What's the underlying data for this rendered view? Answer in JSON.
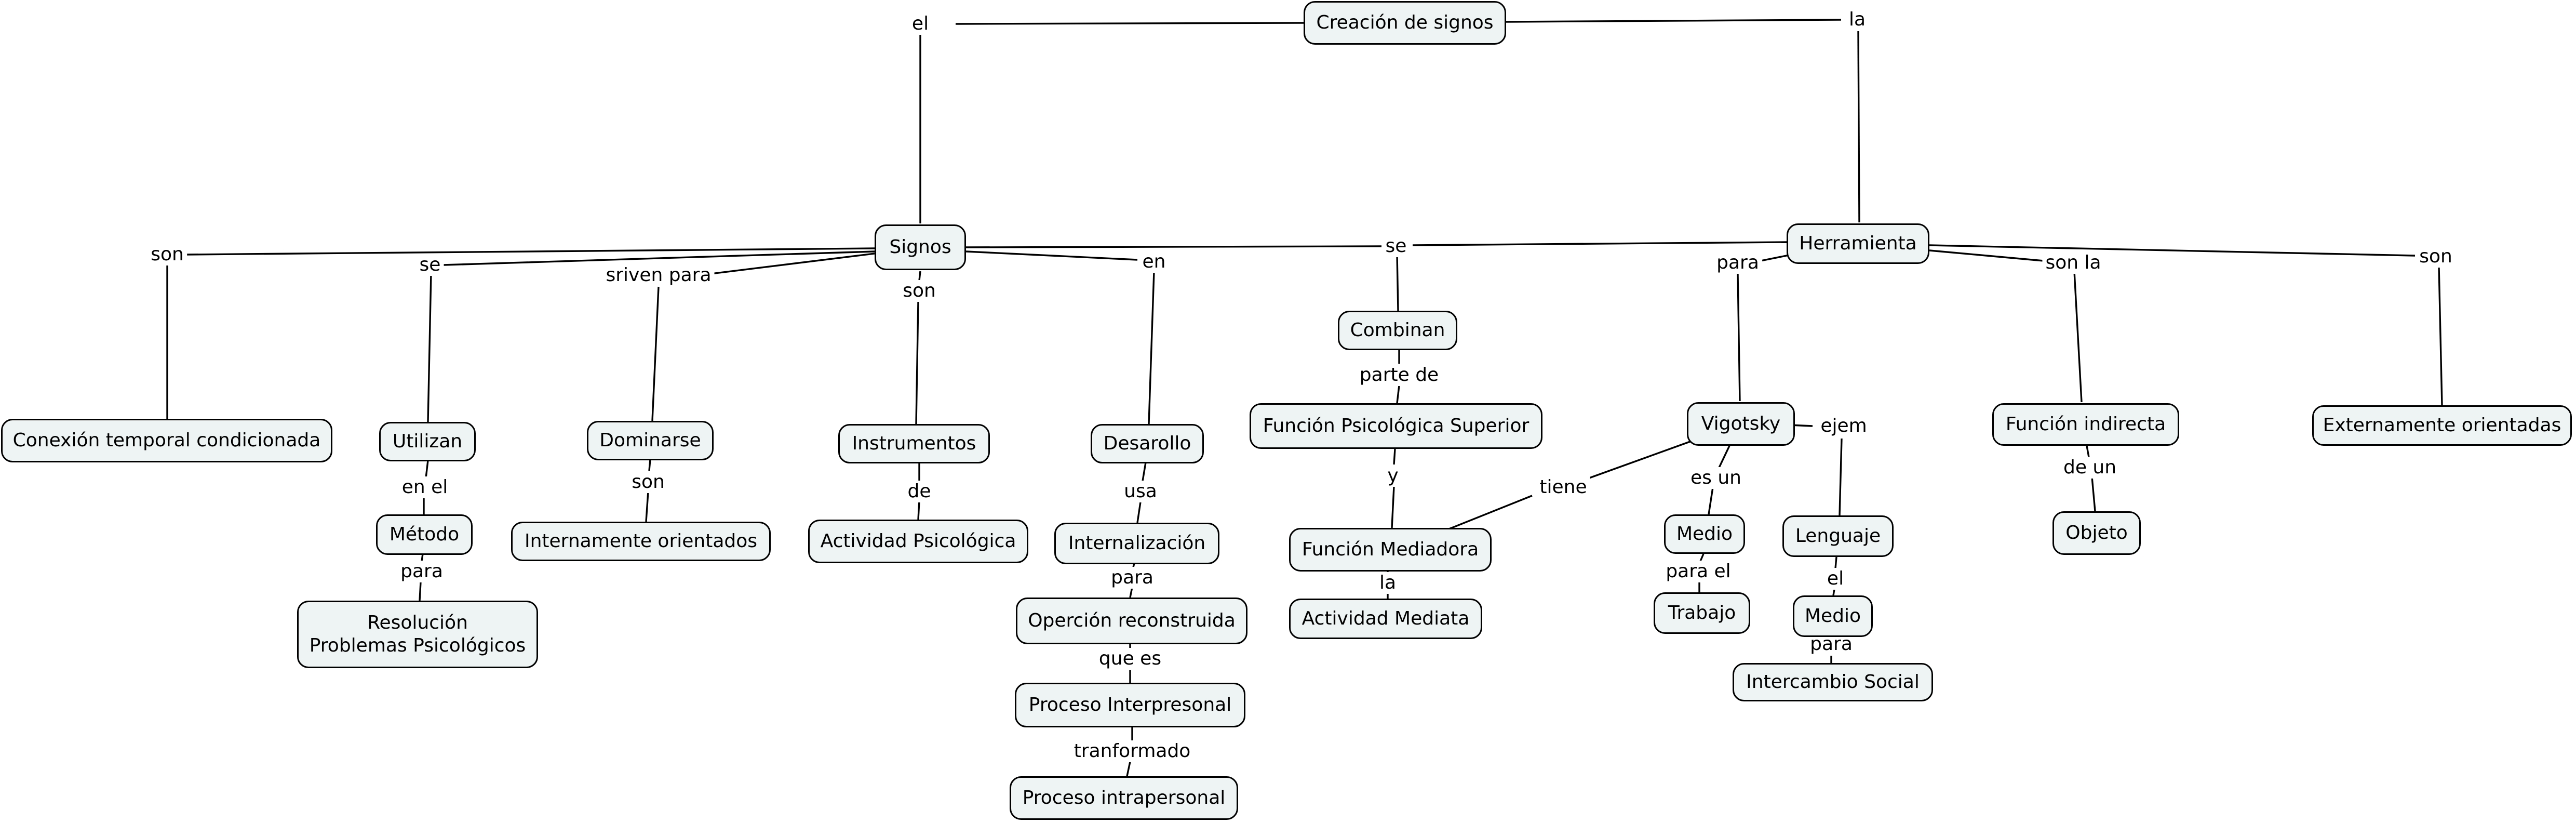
{
  "concepts": {
    "creacion": "Creación de signos",
    "signos": "Signos",
    "herramienta": "Herramienta",
    "conexion": "Conexión temporal condicionada",
    "utilizan": "Utilizan",
    "metodo": "Método",
    "resolucion": "Resolución\nProblemas Psicológicos",
    "dominarse": "Dominarse",
    "internamente": "Internamente orientados",
    "instrumentos": "Instrumentos",
    "actividad_psicologica": "Actividad Psicológica",
    "desarollo": "Desarollo",
    "internalizacion": "Internalización",
    "opercion": "Operción reconstruida",
    "interpresonal": "Proceso Interpresonal",
    "intrapersonal": "Proceso intrapersonal",
    "combinan": "Combinan",
    "funcion_superior": "Función Psicológica Superior",
    "funcion_mediadora": "Función Mediadora",
    "actividad_mediata": "Actividad Mediata",
    "vigotsky": "Vigotsky",
    "medio1": "Medio",
    "trabajo": "Trabajo",
    "lenguaje": "Lenguaje",
    "medio2": "Medio",
    "intercambio": "Intercambio Social",
    "funcion_indirecta": "Función indirecta",
    "objeto": "Objeto",
    "externamente": "Externamente orientadas"
  },
  "links": {
    "el": "el",
    "la": "la",
    "son_conexion": "son",
    "se_utilizan": "se",
    "sriven_para": "sriven para",
    "son_instrumentos": "son",
    "en_desarollo": "en",
    "se_combinan": "se",
    "para_vigotsky": "para",
    "son_la": "son la",
    "son_externamente": "son",
    "en_el": "en el",
    "para_resolucion": "para",
    "son_internamente": "son",
    "de_actividad": "de",
    "usa": "usa",
    "para_opercion": "para",
    "que_es": "que es",
    "tranformado": "tranformado",
    "parte_de": "parte de",
    "y": "y",
    "la_actividad": "la",
    "tiene": "tiene",
    "es_un": "es un",
    "ejem": "ejem",
    "para_el": "para el",
    "el_medio": "el",
    "para_intercambio": "para",
    "de_un": "de un"
  }
}
